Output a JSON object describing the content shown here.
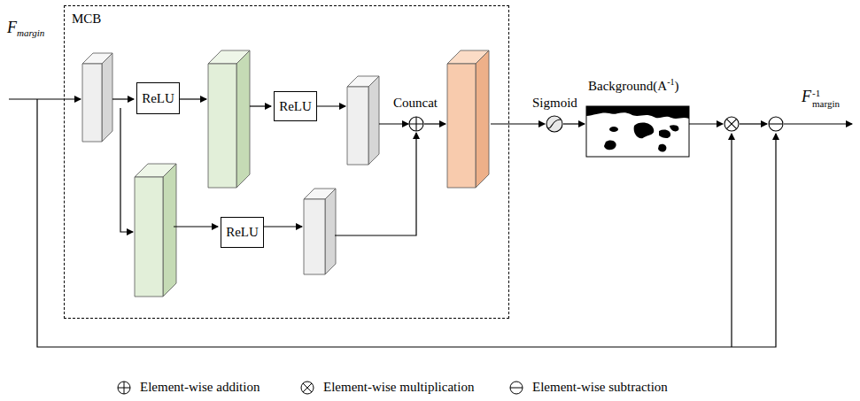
{
  "diagram": {
    "nodes": [
      {
        "text": [
          "MCB"
        ]
      },
      {
        "text": [
          "ReLU"
        ],
        "in": 0
      },
      {
        "text": [
          "ReLU"
        ],
        "in": 0
      },
      {
        "text": [
          "ReLU"
        ],
        "in": 0
      }
    ],
    "labels": [
      "F",
      "margin",
      "Councat",
      "Sigmoid",
      "Background(A",
      "-1",
      ")",
      "F",
      "-1",
      "margin"
    ],
    "legend": [
      {
        "text": "Element-wise addition"
      },
      {
        "text": "Element-wise multiplication"
      },
      {
        "text": "Element-wise subtraction"
      }
    ]
  }
}
